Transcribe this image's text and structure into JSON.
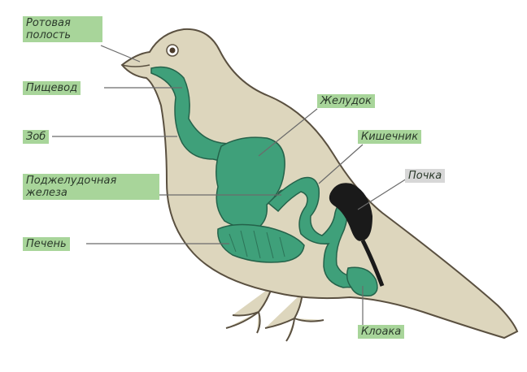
{
  "labels": {
    "mouth": "Ротовая полость",
    "esophagus": "Пищевод",
    "crop": "Зоб",
    "pancreas": "Поджелудочная железа",
    "liver": "Печень",
    "stomach": "Желудок",
    "intestine": "Кишечник",
    "kidney": "Почка",
    "cloaca": "Клоака"
  },
  "colors": {
    "body": "#ddd6bd",
    "outline": "#5a5040",
    "organ": "#3fa07a",
    "organ_outline": "#24624a",
    "kidney": "#1a1a1a",
    "label_bg": "#a8d59a",
    "label_grey": "#d7d7d7",
    "leader": "#6b6b6b"
  }
}
